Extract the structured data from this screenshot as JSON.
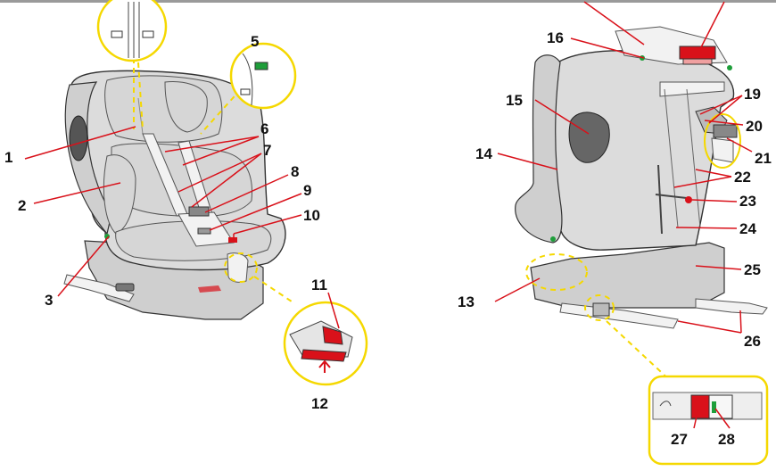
{
  "labels": {
    "l1": "1",
    "l2": "2",
    "l3": "3",
    "l5": "5",
    "l6": "6",
    "l7": "7",
    "l8": "8",
    "l9": "9",
    "l10": "10",
    "l11": "11",
    "l12": "12",
    "l13": "13",
    "l14": "14",
    "l15": "15",
    "l16": "16",
    "l19": "19",
    "l20": "20",
    "l21": "21",
    "l22": "22",
    "l23": "23",
    "l24": "24",
    "l25": "25",
    "l26": "26",
    "l27": "27",
    "l28": "28"
  },
  "colors": {
    "leader": "#d9111a",
    "zoom_outline": "#f5d800",
    "indicator_green": "#1e9e3a",
    "indicator_red": "#d9111a"
  }
}
